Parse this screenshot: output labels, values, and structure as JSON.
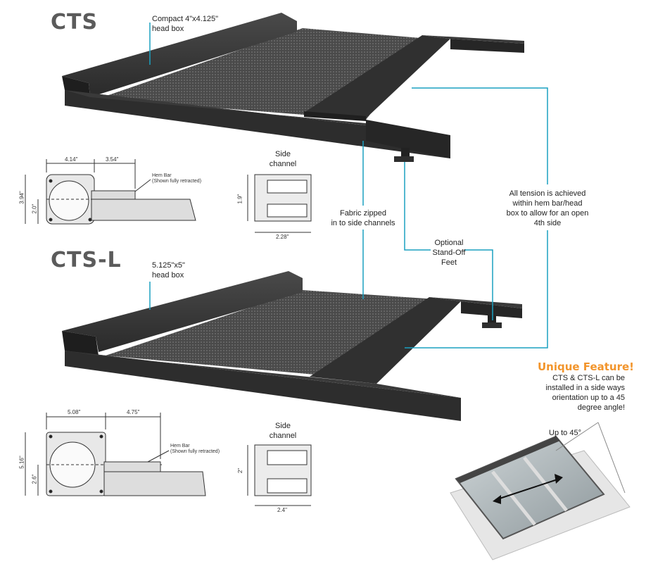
{
  "products": {
    "cts": {
      "name": "CTS",
      "headbox_label": "Compact 4\"x4.125\"\nhead box",
      "dims": {
        "width_left": "4.14\"",
        "width_right": "3.54\"",
        "height_total": "3.94\"",
        "height_center": "2.0\""
      },
      "hem_bar": "Hem Bar\n(Shown fully retracted)",
      "side_channel": {
        "title": "Side\nchannel",
        "height": "1.9\"",
        "width": "2.28\""
      }
    },
    "ctsl": {
      "name": "CTS-L",
      "headbox_label": "5.125\"x5\"\nhead box",
      "dims": {
        "width_left": "5.08\"",
        "width_right": "4.75\"",
        "height_total": "5.16\"",
        "height_center": "2.6\""
      },
      "hem_bar": "Hem Bar\n(Shown fully retracted)",
      "side_channel": {
        "title": "Side\nchannel",
        "height": "2\"",
        "width": "2.4\""
      }
    }
  },
  "callouts": {
    "fabric": "Fabric zipped\nin to side channels",
    "feet": "Optional\nStand-Off\nFeet",
    "tension": "All tension is achieved\nwithin hem bar/head\nbox to allow for an open\n4th side"
  },
  "unique": {
    "title": "Unique Feature!",
    "text": "CTS & CTS-L can be\ninstalled in a side ways\norientation up to a 45\ndegree angle!",
    "angle_label": "Up to 45°"
  },
  "colors": {
    "accent": "#1aa0c0",
    "frame": "#2b2b2b",
    "orange": "#f2952c"
  }
}
